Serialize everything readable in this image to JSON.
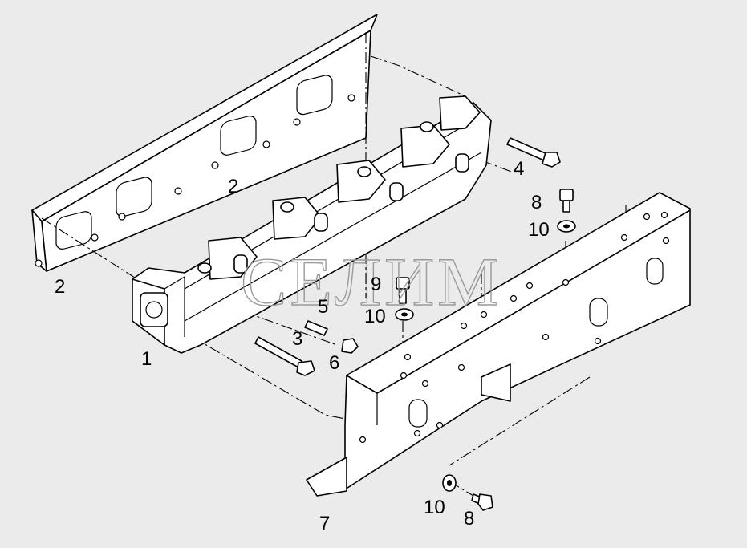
{
  "watermark": "СЕЛИМ",
  "callouts": [
    {
      "id": "c1",
      "label": "1"
    },
    {
      "id": "c2a",
      "label": "2"
    },
    {
      "id": "c2b",
      "label": "2"
    },
    {
      "id": "c3",
      "label": "3"
    },
    {
      "id": "c4",
      "label": "4"
    },
    {
      "id": "c5",
      "label": "5"
    },
    {
      "id": "c6",
      "label": "6"
    },
    {
      "id": "c7",
      "label": "7"
    },
    {
      "id": "c8a",
      "label": "8"
    },
    {
      "id": "c8b",
      "label": "8"
    },
    {
      "id": "c9",
      "label": "9"
    },
    {
      "id": "c10a",
      "label": "10"
    },
    {
      "id": "c10b",
      "label": "10"
    },
    {
      "id": "c10c",
      "label": "10"
    }
  ]
}
